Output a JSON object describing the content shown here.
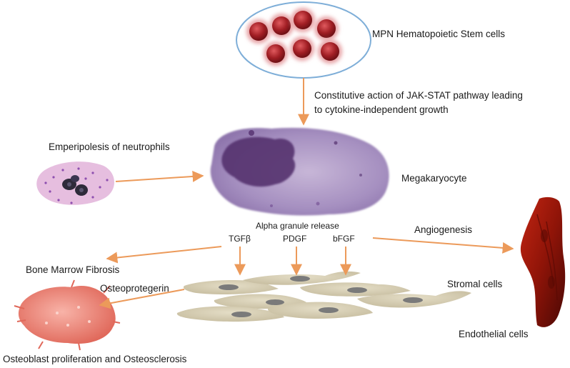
{
  "labels": {
    "hsc": "MPN Hematopoietic Stem cells",
    "jak_stat_line1": "Constitutive action of JAK-STAT pathway leading",
    "jak_stat_line2": "to cytokine-independent growth",
    "emperipolesis": "Emperipolesis of neutrophils",
    "megakaryocyte": "Megakaryocyte",
    "alpha_granule": "Alpha granule release",
    "tgf": "TGFβ",
    "pdgf": "PDGF",
    "bfgf": "bFGF",
    "angiogenesis": "Angiogenesis",
    "bm_fibrosis": "Bone Marrow Fibrosis",
    "osteoprotegerin": "Osteoprotegerin",
    "stromal": "Stromal cells",
    "endothelial": "Endothelial cells",
    "osteoblast": "Osteoblast proliferation and Osteosclerosis"
  },
  "colors": {
    "arrow": "#ec9a5a",
    "hsc_cell": "#a11e24",
    "hsc_glow": "#e7a3a6",
    "oval_stroke": "#7eaed8",
    "megakaryocyte": "#9a82b6",
    "megakaryocyte_nucleus": "#54306e",
    "neutrophil_cell": "#e6bedf",
    "stromal_cell": "#d2c9ae",
    "stromal_nucleus": "#7a7a7a",
    "osteoblast": "#ef8a7c",
    "endothelial": "#8f1408"
  }
}
